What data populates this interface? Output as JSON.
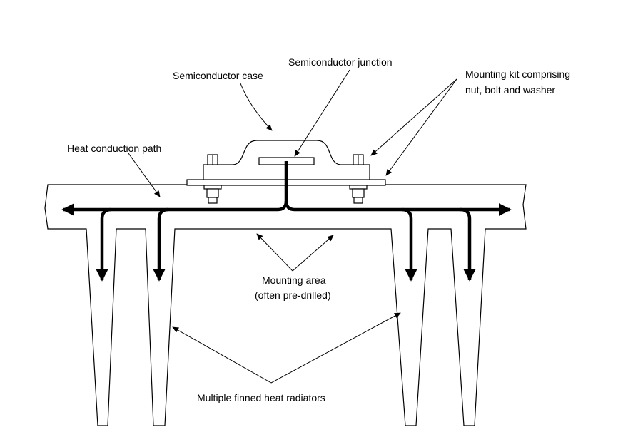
{
  "labels": {
    "junction": "Semiconductor junction",
    "case": "Semiconductor case",
    "mounting_kit_line1": "Mounting kit comprising",
    "mounting_kit_line2": "nut, bolt and washer",
    "heat_path": "Heat conduction path",
    "mounting_area_line1": "Mounting area",
    "mounting_area_line2": "(often pre-drilled)",
    "radiators": "Multiple finned heat radiators"
  },
  "colors": {
    "line": "#000000",
    "background": "#ffffff"
  }
}
